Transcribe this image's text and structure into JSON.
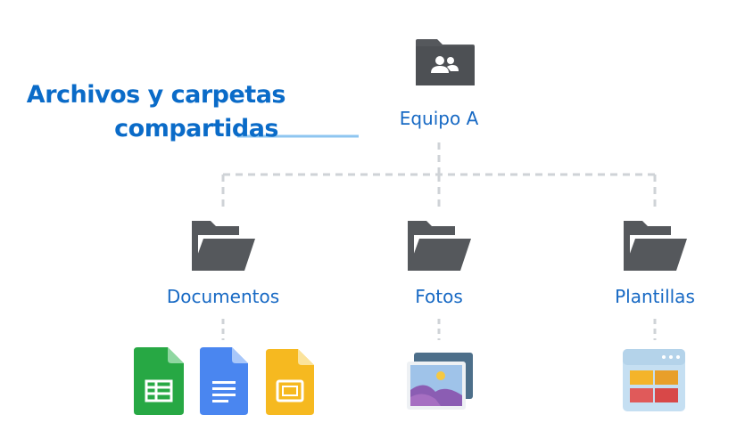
{
  "heading": {
    "line1": "Archivos y carpetas",
    "line2": "compartidas"
  },
  "root": {
    "label": "Equipo A",
    "icon": "shared-folder-icon"
  },
  "folders": [
    {
      "label": "Documentos",
      "icon": "folder-open-icon"
    },
    {
      "label": "Fotos",
      "icon": "folder-open-icon"
    },
    {
      "label": "Plantillas",
      "icon": "folder-open-icon"
    }
  ],
  "files": {
    "documentos": [
      "sheets-icon",
      "docs-icon",
      "slides-icon"
    ],
    "fotos": [
      "photos-icon"
    ],
    "plantillas": [
      "template-icon"
    ]
  },
  "colors": {
    "accent": "#0a6bc8",
    "folder": "#5a5d61",
    "connector": "#cfd3d7",
    "pointer": "#8ec5f0",
    "sheets": "#27a844",
    "docs": "#4a86f0",
    "slides": "#f6b920"
  }
}
